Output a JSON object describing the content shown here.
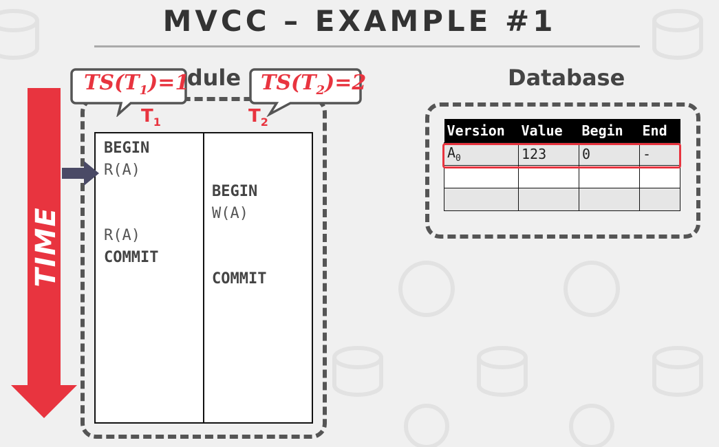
{
  "title": "MVCC – EXAMPLE #1",
  "time_label": "TIME",
  "schedule": {
    "heading": "Schedule",
    "heading_visible": "edule",
    "t1": {
      "name": "T",
      "sub": "1"
    },
    "t2": {
      "name": "T",
      "sub": "2"
    },
    "t1_ops": [
      "BEGIN",
      "R(A)",
      "R(A)",
      "COMMIT"
    ],
    "t2_ops": [
      "BEGIN",
      "W(A)",
      "COMMIT"
    ]
  },
  "timestamps": {
    "t1": {
      "prefix": "TS(T",
      "sub": "1",
      "suffix": ")=1"
    },
    "t2": {
      "prefix": "TS(T",
      "sub": "2",
      "suffix": ")=2"
    }
  },
  "database": {
    "heading": "Database",
    "columns": [
      "Version",
      "Value",
      "Begin",
      "End"
    ],
    "rows": [
      {
        "version": "A",
        "version_sub": "0",
        "value": "123",
        "begin": "0",
        "end": "-"
      },
      {
        "version": "",
        "version_sub": "",
        "value": "",
        "begin": "",
        "end": ""
      },
      {
        "version": "",
        "version_sub": "",
        "value": "",
        "begin": "",
        "end": ""
      }
    ]
  },
  "colors": {
    "accent": "#e8343f",
    "arrow": "#4a4a66",
    "dash": "#555555"
  }
}
